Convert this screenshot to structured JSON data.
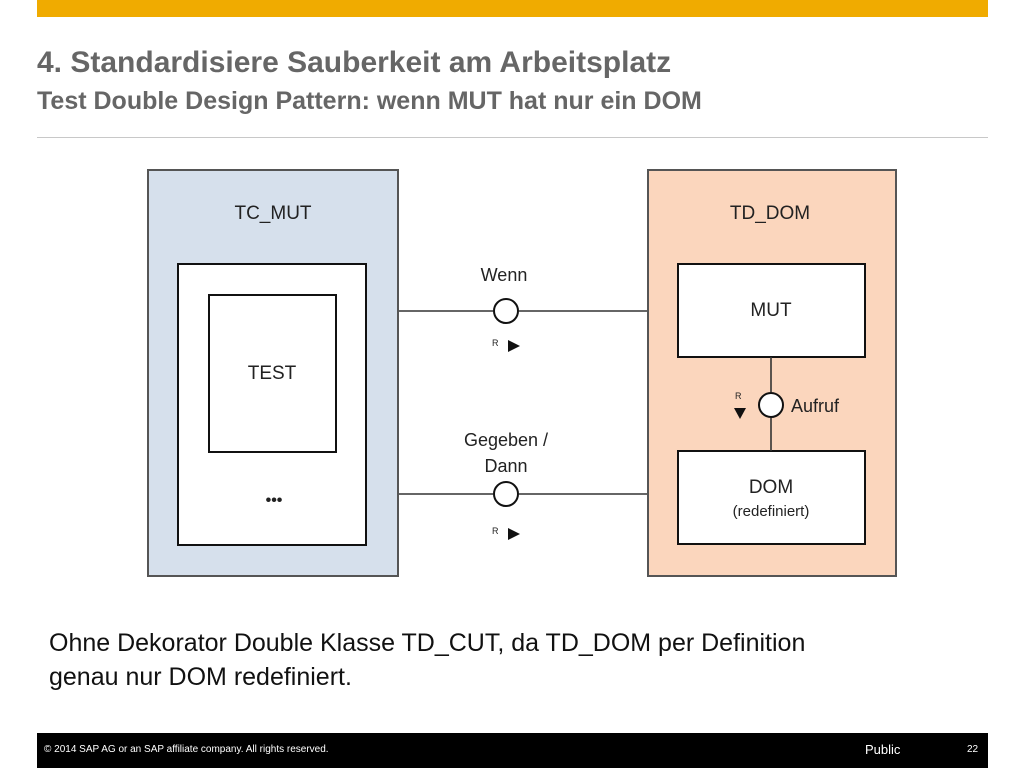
{
  "slide": {
    "title": "4. Standardisiere Sauberkeit am Arbeitsplatz",
    "subtitle": "Test Double Design Pattern: wenn MUT hat nur ein DOM",
    "body_line1": "Ohne Dekorator Double Klasse TD_CUT, da TD_DOM per Definition",
    "body_line2": "genau nur DOM redefiniert."
  },
  "diagram": {
    "left_container": "TC_MUT",
    "test_box": "TEST",
    "ellipsis": "•••",
    "right_container": "TD_DOM",
    "mut_box": "MUT",
    "dom_box": "DOM",
    "dom_note": "(redefiniert)",
    "wenn_label": "Wenn",
    "gegeben_line1": "Gegeben /",
    "gegeben_line2": "Dann",
    "aufruf_label": "Aufruf",
    "r_marker": "R"
  },
  "footer": {
    "copyright": "©  2014 SAP AG or an SAP affiliate company. All rights reserved.",
    "classification": "Public",
    "page_number": "22"
  },
  "colors": {
    "accent": "#f0ab00",
    "left_fill": "#d6e0ec",
    "right_fill": "#fbd6bd",
    "footer_bg": "#000000"
  }
}
